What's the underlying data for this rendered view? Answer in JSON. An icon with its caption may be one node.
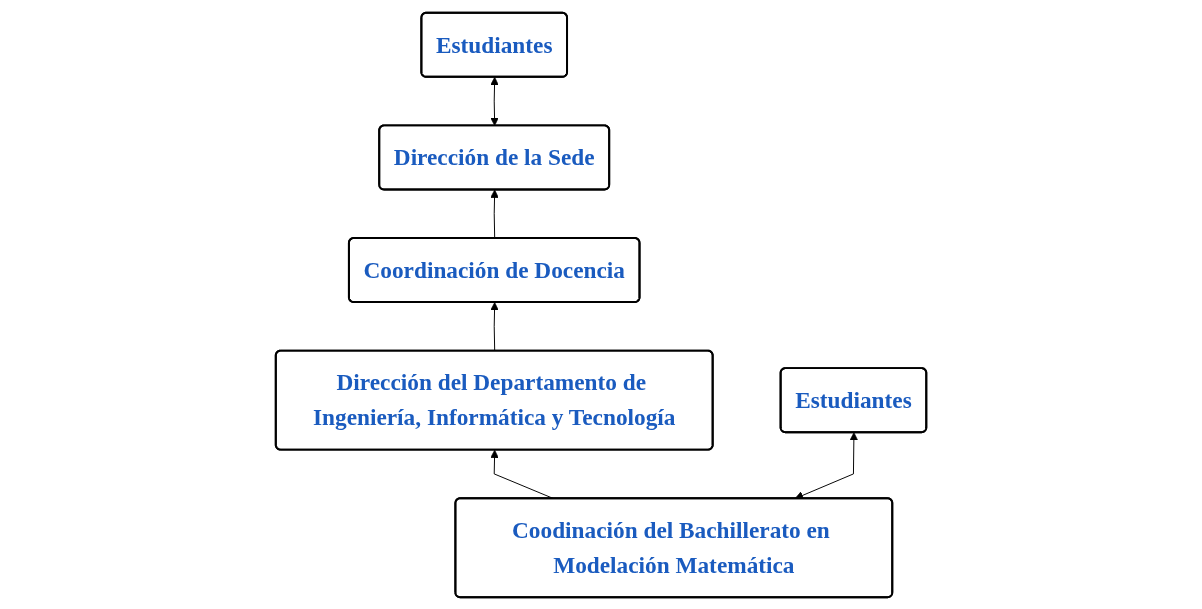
{
  "diagram": {
    "nodes": [
      {
        "text": [
          "Dirección de la Sede"
        ]
      },
      {
        "text": [
          "Estudiantes"
        ]
      },
      {
        "text": [
          "Coordinación de Docencia"
        ]
      },
      {
        "text": [
          "Dirección del Departamento de Ingeniería, Informática y Tecnología"
        ]
      },
      {
        "text": [
          "Coodinación del Bachillerato en Modelación Matemática"
        ]
      },
      {
        "text": [
          "Estudiantes"
        ]
      }
    ],
    "edges": [
      {
        "from": 0,
        "to": 1,
        "arrow": "both"
      },
      {
        "from": 2,
        "to": 0,
        "arrow": "to"
      },
      {
        "from": 3,
        "to": 2,
        "arrow": "to"
      },
      {
        "from": 4,
        "to": 3,
        "arrow": "to"
      },
      {
        "from": 4,
        "to": 5,
        "arrow": "both"
      }
    ]
  }
}
